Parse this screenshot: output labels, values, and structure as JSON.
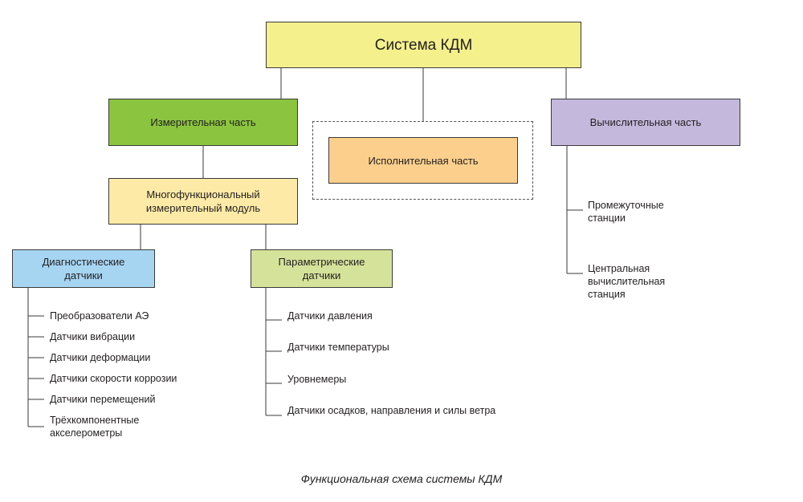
{
  "diagram": {
    "root": "Система КДМ",
    "measuring_part": "Измерительная часть",
    "executive_part": "Исполнительная часть",
    "computing_part": "Вычислительная часть",
    "multifunctional_module": "Многофункциональный\nизмерительный  модуль",
    "diagnostic_sensors": "Диагностические\nдатчики",
    "parametric_sensors": "Параметрические\nдатчики",
    "diagnostic_items": [
      "Преобразователи АЭ",
      "Датчики вибрации",
      "Датчики деформации",
      "Датчики скорости коррозии",
      "Датчики перемещений",
      "Трёхкомпонентные\nакселерометры"
    ],
    "parametric_items": [
      "Датчики давления",
      "Датчики температуры",
      "Уровнемеры",
      "Датчики осадков, направления и силы ветра"
    ],
    "computing_items": [
      "Промежуточные\nстанции",
      "Центральная\nвычислительная\nстанция"
    ],
    "caption": "Функциональная схема системы КДМ"
  }
}
